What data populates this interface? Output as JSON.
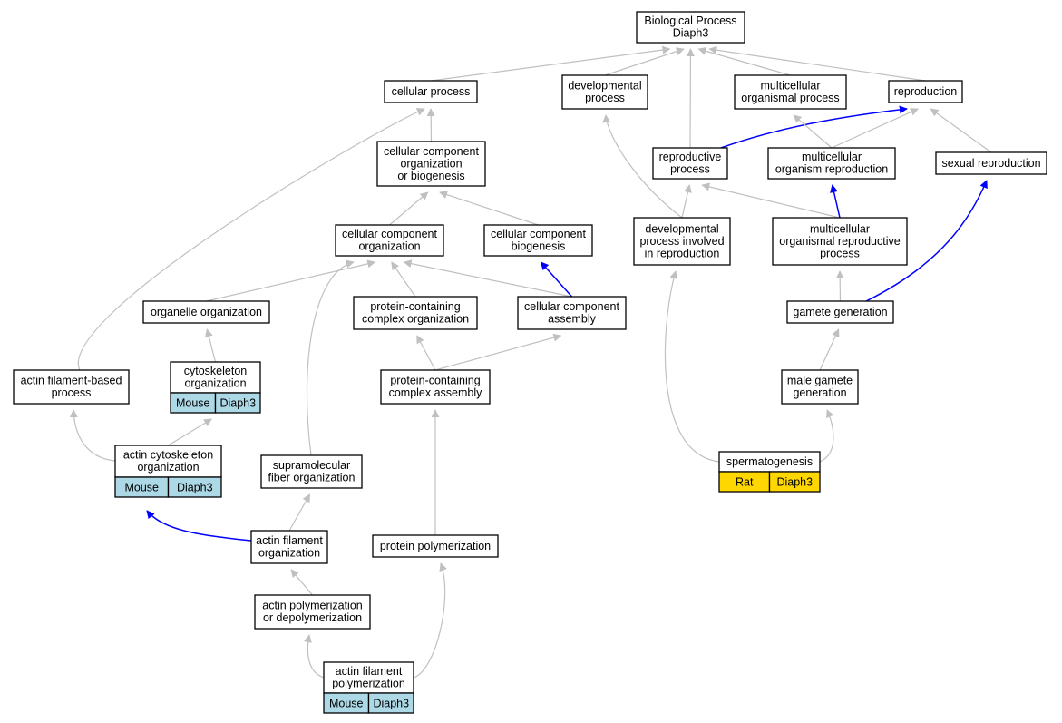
{
  "colors": {
    "edge_default": "#c0c0c0",
    "edge_highlight": "#0000ff",
    "badge_mouse": "#add8e6",
    "badge_rat": "#ffd700"
  },
  "nodes": [
    {
      "id": "bp",
      "lines": [
        "Biological Process",
        "Diaph3"
      ]
    },
    {
      "id": "cellular_process",
      "lines": [
        "cellular process"
      ]
    },
    {
      "id": "developmental_process",
      "lines": [
        "developmental",
        "process"
      ]
    },
    {
      "id": "multicellular_organismal_process",
      "lines": [
        "multicellular",
        "organismal process"
      ]
    },
    {
      "id": "reproduction",
      "lines": [
        "reproduction"
      ]
    },
    {
      "id": "cc_org_biogenesis",
      "lines": [
        "cellular component",
        "organization",
        "or biogenesis"
      ]
    },
    {
      "id": "reproductive_process",
      "lines": [
        "reproductive",
        "process"
      ]
    },
    {
      "id": "multicellular_organism_reproduction",
      "lines": [
        "multicellular",
        "organism reproduction"
      ]
    },
    {
      "id": "sexual_reproduction",
      "lines": [
        "sexual reproduction"
      ]
    },
    {
      "id": "cc_organization",
      "lines": [
        "cellular component",
        "organization"
      ]
    },
    {
      "id": "cc_biogenesis",
      "lines": [
        "cellular component",
        "biogenesis"
      ]
    },
    {
      "id": "dev_proc_reproduction",
      "lines": [
        "developmental",
        "process involved",
        "in reproduction"
      ]
    },
    {
      "id": "multicellular_organismal_reproductive_process",
      "lines": [
        "multicellular",
        "organismal reproductive",
        "process"
      ]
    },
    {
      "id": "organelle_organization",
      "lines": [
        "organelle organization"
      ]
    },
    {
      "id": "protein_complex_organization",
      "lines": [
        "protein-containing",
        "complex organization"
      ]
    },
    {
      "id": "cc_assembly",
      "lines": [
        "cellular component",
        "assembly"
      ]
    },
    {
      "id": "gamete_generation",
      "lines": [
        "gamete generation"
      ]
    },
    {
      "id": "actin_filament_based_process",
      "lines": [
        "actin filament-based",
        "process"
      ]
    },
    {
      "id": "cytoskeleton_organization",
      "lines": [
        "cytoskeleton",
        "organization"
      ],
      "badge": [
        "Mouse",
        "Diaph3"
      ],
      "species": "mouse"
    },
    {
      "id": "protein_complex_assembly",
      "lines": [
        "protein-containing",
        "complex assembly"
      ]
    },
    {
      "id": "male_gamete_generation",
      "lines": [
        "male gamete",
        "generation"
      ]
    },
    {
      "id": "actin_cytoskeleton_organization",
      "lines": [
        "actin cytoskeleton",
        "organization"
      ],
      "badge": [
        "Mouse",
        "Diaph3"
      ],
      "species": "mouse"
    },
    {
      "id": "supramolecular_fiber_organization",
      "lines": [
        "supramolecular",
        "fiber organization"
      ]
    },
    {
      "id": "spermatogenesis",
      "lines": [
        "spermatogenesis"
      ],
      "badge": [
        "Rat",
        "Diaph3"
      ],
      "species": "rat"
    },
    {
      "id": "actin_filament_organization",
      "lines": [
        "actin filament",
        "organization"
      ]
    },
    {
      "id": "protein_polymerization",
      "lines": [
        "protein polymerization"
      ]
    },
    {
      "id": "actin_poly_depoly",
      "lines": [
        "actin polymerization",
        "or depolymerization"
      ]
    },
    {
      "id": "actin_filament_polymerization",
      "lines": [
        "actin filament",
        "polymerization"
      ],
      "badge": [
        "Mouse",
        "Diaph3"
      ],
      "species": "mouse"
    }
  ],
  "edges": [
    {
      "from": "cellular_process",
      "to": "bp"
    },
    {
      "from": "developmental_process",
      "to": "bp"
    },
    {
      "from": "multicellular_organismal_process",
      "to": "bp"
    },
    {
      "from": "reproduction",
      "to": "bp"
    },
    {
      "from": "reproductive_process",
      "to": "bp"
    },
    {
      "from": "cc_org_biogenesis",
      "to": "cellular_process"
    },
    {
      "from": "actin_filament_based_process",
      "to": "cellular_process"
    },
    {
      "from": "reproductive_process",
      "to": "reproduction",
      "highlight": true
    },
    {
      "from": "multicellular_organism_reproduction",
      "to": "reproduction"
    },
    {
      "from": "multicellular_organism_reproduction",
      "to": "multicellular_organismal_process"
    },
    {
      "from": "sexual_reproduction",
      "to": "reproduction"
    },
    {
      "from": "cc_organization",
      "to": "cc_org_biogenesis"
    },
    {
      "from": "cc_biogenesis",
      "to": "cc_org_biogenesis"
    },
    {
      "from": "dev_proc_reproduction",
      "to": "reproductive_process"
    },
    {
      "from": "dev_proc_reproduction",
      "to": "developmental_process"
    },
    {
      "from": "multicellular_organismal_reproductive_process",
      "to": "reproductive_process"
    },
    {
      "from": "multicellular_organismal_reproductive_process",
      "to": "multicellular_organism_reproduction",
      "highlight": true
    },
    {
      "from": "organelle_organization",
      "to": "cc_organization"
    },
    {
      "from": "protein_complex_organization",
      "to": "cc_organization"
    },
    {
      "from": "cc_assembly",
      "to": "cc_organization"
    },
    {
      "from": "supramolecular_fiber_organization",
      "to": "cc_organization"
    },
    {
      "from": "cc_assembly",
      "to": "cc_biogenesis",
      "highlight": true
    },
    {
      "from": "gamete_generation",
      "to": "multicellular_organismal_reproductive_process"
    },
    {
      "from": "gamete_generation",
      "to": "sexual_reproduction",
      "highlight": true
    },
    {
      "from": "cytoskeleton_organization",
      "to": "organelle_organization"
    },
    {
      "from": "protein_complex_assembly",
      "to": "protein_complex_organization"
    },
    {
      "from": "protein_complex_assembly",
      "to": "cc_assembly"
    },
    {
      "from": "male_gamete_generation",
      "to": "gamete_generation"
    },
    {
      "from": "actin_cytoskeleton_organization",
      "to": "actin_filament_based_process"
    },
    {
      "from": "actin_cytoskeleton_organization",
      "to": "cytoskeleton_organization"
    },
    {
      "from": "spermatogenesis",
      "to": "dev_proc_reproduction"
    },
    {
      "from": "spermatogenesis",
      "to": "male_gamete_generation"
    },
    {
      "from": "actin_filament_organization",
      "to": "actin_cytoskeleton_organization",
      "highlight": true
    },
    {
      "from": "actin_filament_organization",
      "to": "supramolecular_fiber_organization"
    },
    {
      "from": "protein_polymerization",
      "to": "protein_complex_assembly"
    },
    {
      "from": "actin_poly_depoly",
      "to": "actin_filament_organization"
    },
    {
      "from": "actin_filament_polymerization",
      "to": "actin_poly_depoly"
    },
    {
      "from": "actin_filament_polymerization",
      "to": "protein_polymerization"
    }
  ]
}
